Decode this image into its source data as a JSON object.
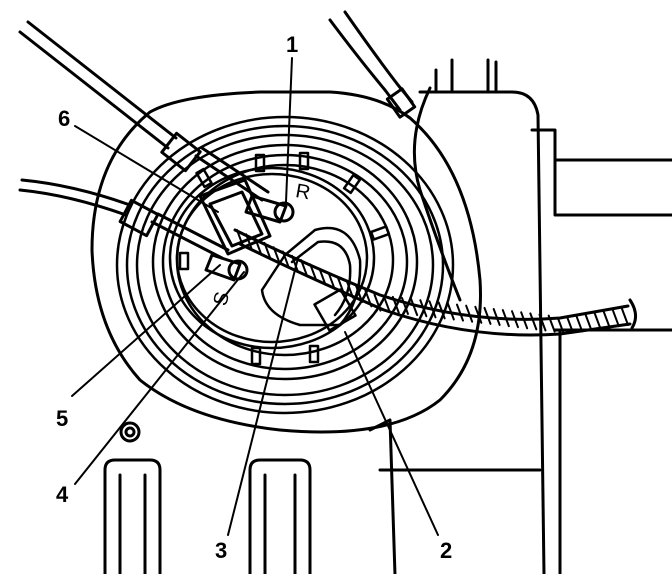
{
  "figure": {
    "callouts": [
      {
        "id": "callout-1",
        "label": "1"
      },
      {
        "id": "callout-2",
        "label": "2"
      },
      {
        "id": "callout-3",
        "label": "3"
      },
      {
        "id": "callout-4",
        "label": "4"
      },
      {
        "id": "callout-5",
        "label": "5"
      },
      {
        "id": "callout-6",
        "label": "6"
      }
    ],
    "module_markings": {
      "return_port": "R",
      "supply_port": "S"
    }
  },
  "colors": {
    "ink": "#000000",
    "background": "#ffffff"
  }
}
